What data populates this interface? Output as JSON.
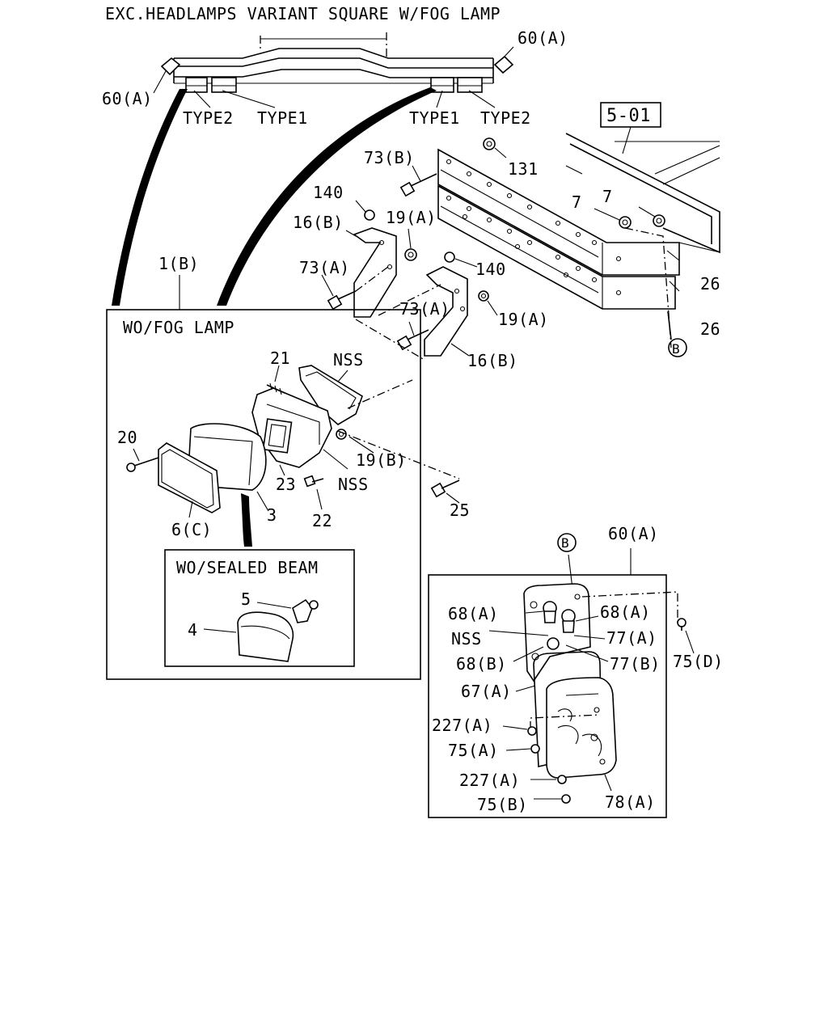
{
  "title": "EXC.HEADLAMPS VARIANT SQUARE W/FOG LAMP",
  "callouts": {
    "p60a_top_right": "60(A)",
    "p60a_top_left": "60(A)",
    "type2_left": "TYPE2",
    "type1_left": "TYPE1",
    "type1_right": "TYPE1",
    "type2_right": "TYPE2",
    "ref_501": "5-01",
    "p131": "131",
    "p73b": "73(B)",
    "p140_top": "140",
    "p7_a": "7",
    "p7_b": "7",
    "p16b_top": "16(B)",
    "p19a_top": "19(A)",
    "p1b": "1(B)",
    "p73a_left": "73(A)",
    "p140_mid": "140",
    "p26_a": "26",
    "p73a_mid": "73(A)",
    "p19a_mid": "19(A)",
    "p26_b": "26",
    "p16b_bottom": "16(B)",
    "circle_b_top": "B",
    "p21": "21",
    "nss_top": "NSS",
    "p20": "20",
    "p19b": "19(B)",
    "p23": "23",
    "nss_mid": "NSS",
    "p6c": "6(C)",
    "p3": "3",
    "p22": "22",
    "p25": "25",
    "circle_b_bottom": "B",
    "p60a_bottom": "60(A)",
    "p5": "5",
    "p4": "4",
    "p68a_left": "68(A)",
    "p68a_right": "68(A)",
    "nss_bottom": "NSS",
    "p77a": "77(A)",
    "p68b": "68(B)",
    "p77b": "77(B)",
    "p75d": "75(D)",
    "p67a": "67(A)",
    "p227a_1": "227(A)",
    "p75a": "75(A)",
    "p227a_2": "227(A)",
    "p75b": "75(B)",
    "p78a": "78(A)"
  },
  "boxes": {
    "wo_fog_lamp": "WO/FOG LAMP",
    "wo_sealed_beam": "WO/SEALED BEAM"
  }
}
